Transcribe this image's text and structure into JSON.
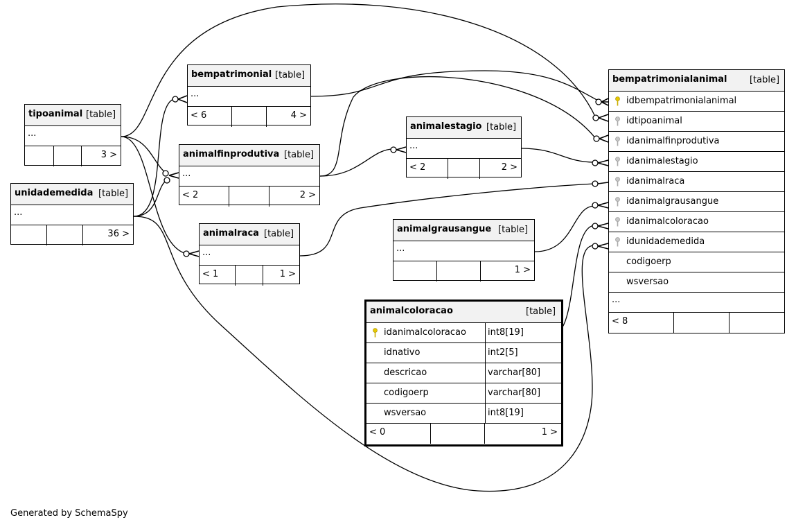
{
  "tables": {
    "tipoanimal": {
      "name": "tipoanimal",
      "type": "[table]",
      "ellipsis": "...",
      "parents": "",
      "children": "3 >"
    },
    "unidademedida": {
      "name": "unidademedida",
      "type": "[table]",
      "ellipsis": "...",
      "parents": "",
      "children": "36 >"
    },
    "bempatrimonial": {
      "name": "bempatrimonial",
      "type": "[table]",
      "ellipsis": "...",
      "parents": "< 6",
      "children": "4 >"
    },
    "animalfinprodutiva": {
      "name": "animalfinprodutiva",
      "type": "[table]",
      "ellipsis": "...",
      "parents": "< 2",
      "children": "2 >"
    },
    "animalraca": {
      "name": "animalraca",
      "type": "[table]",
      "ellipsis": "...",
      "parents": "< 1",
      "children": "1 >"
    },
    "animalestagio": {
      "name": "animalestagio",
      "type": "[table]",
      "ellipsis": "...",
      "parents": "< 2",
      "children": "2 >"
    },
    "animalgrausangue": {
      "name": "animalgrausangue",
      "type": "[table]",
      "ellipsis": "...",
      "parents": "",
      "children": "1 >"
    },
    "animalcoloracao": {
      "name": "animalcoloracao",
      "type": "[table]",
      "columns": [
        {
          "name": "idanimalcoloracao",
          "type": "int8[19]",
          "key": "pk"
        },
        {
          "name": "idnativo",
          "type": "int2[5]"
        },
        {
          "name": "descricao",
          "type": "varchar[80]"
        },
        {
          "name": "codigoerp",
          "type": "varchar[80]"
        },
        {
          "name": "wsversao",
          "type": "int8[19]"
        }
      ],
      "parents": "< 0",
      "children": "1 >"
    },
    "bempatrimonialanimal": {
      "name": "bempatrimonialanimal",
      "type": "[table]",
      "columns": [
        {
          "name": "idbempatrimonialanimal",
          "key": "pk"
        },
        {
          "name": "idtipoanimal",
          "key": "fk"
        },
        {
          "name": "idanimalfinprodutiva",
          "key": "fk"
        },
        {
          "name": "idanimalestagio",
          "key": "fk"
        },
        {
          "name": "idanimalraca",
          "key": "fk"
        },
        {
          "name": "idanimalgrausangue",
          "key": "fk"
        },
        {
          "name": "idanimalcoloracao",
          "key": "fk"
        },
        {
          "name": "idunidademedida",
          "key": "fk"
        },
        {
          "name": "codigoerp"
        },
        {
          "name": "wsversao"
        }
      ],
      "ellipsis": "...",
      "parents": "< 8",
      "children": ""
    }
  },
  "footer": "Generated by SchemaSpy",
  "colors": {
    "line": "#000000",
    "header_bg": "#f2f2f2",
    "pk_key": "#e6c800",
    "fk_key": "#b0b0b0"
  }
}
